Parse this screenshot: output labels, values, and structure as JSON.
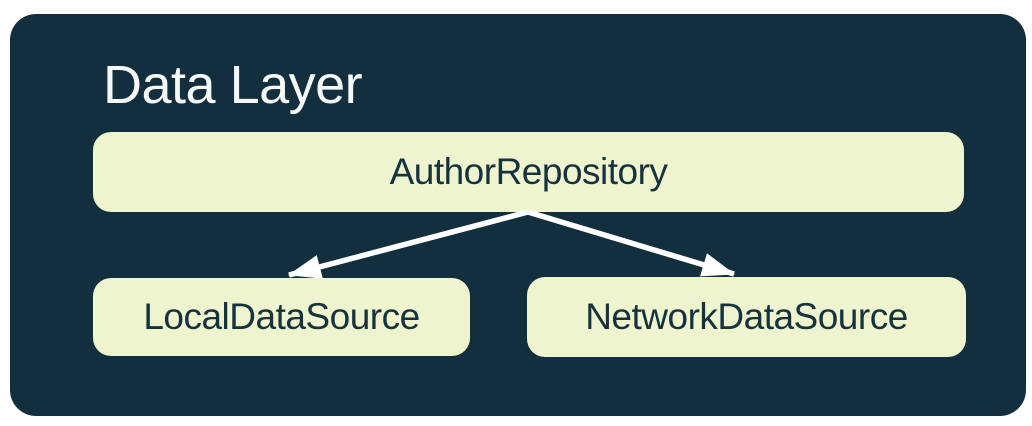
{
  "diagram": {
    "type": "architecture-diagram",
    "title": "Data Layer",
    "nodes": [
      {
        "id": "author-repository",
        "label": "AuthorRepository"
      },
      {
        "id": "local-data-source",
        "label": "LocalDataSource"
      },
      {
        "id": "network-data-source",
        "label": "NetworkDataSource"
      }
    ],
    "edges": [
      {
        "from": "AuthorRepository",
        "to": "LocalDataSource",
        "style": "arrow"
      },
      {
        "from": "AuthorRepository",
        "to": "NetworkDataSource",
        "style": "arrow"
      }
    ],
    "colors": {
      "page_bg": "#FFFFFF",
      "container_bg": "#132F3E",
      "node_bg": "#EDF4CE",
      "node_text": "#17323F",
      "title_text": "#F6F8F8",
      "arrow": "#FFFFFF"
    }
  }
}
